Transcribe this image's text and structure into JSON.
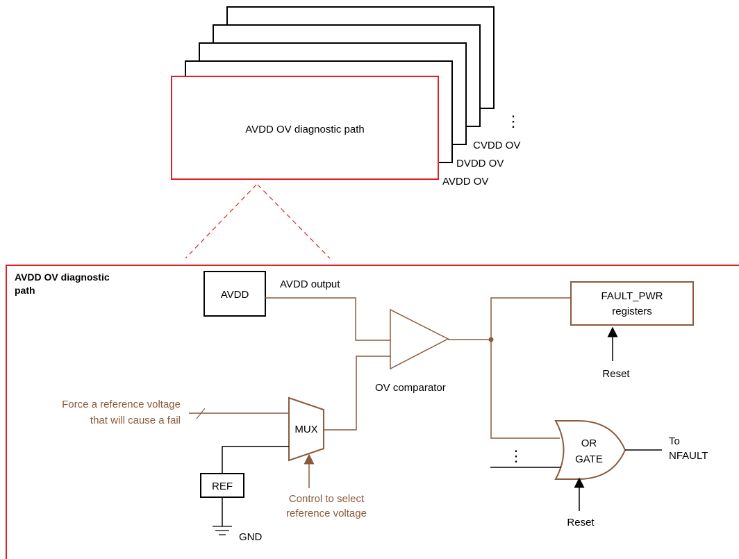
{
  "stack": {
    "front_label": "AVDD OV diagnostic path",
    "layer_labels": [
      "AVDD OV",
      "DVDD OV",
      "CVDD OV"
    ],
    "ellipsis": "⋮"
  },
  "detail": {
    "title_line1": "AVDD OV diagnostic",
    "title_line2": "path",
    "avdd_block": "AVDD",
    "avdd_output": "AVDD output",
    "comparator_label": "OV comparator",
    "fault_pwr_line1": "FAULT_PWR",
    "fault_pwr_line2": "registers",
    "reset_top": "Reset",
    "force_line1": "Force a reference voltage",
    "force_line2": "that will cause a fail",
    "mux": "MUX",
    "ref": "REF",
    "gnd": "GND",
    "control_line1": "Control to select",
    "control_line2": "reference voltage",
    "or_line1": "OR",
    "or_line2": "GATE",
    "or_ellipsis": "⋮",
    "reset_bottom": "Reset",
    "to_line1": "To",
    "to_line2": "NFAULT"
  },
  "colors": {
    "highlight": "#e41e26",
    "signal": "#8a5a3b",
    "ink": "#000000"
  }
}
